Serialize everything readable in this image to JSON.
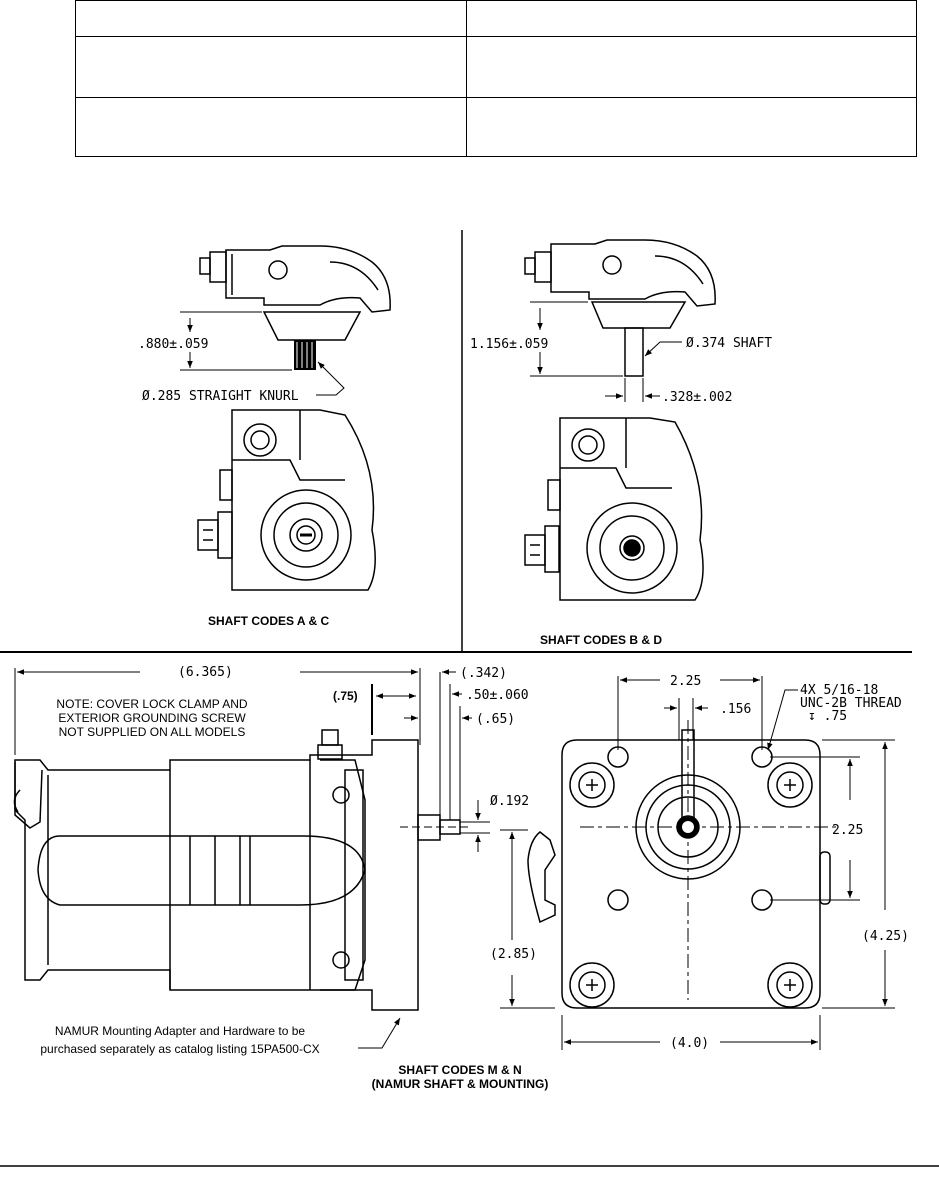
{
  "top_table": {
    "rows": 3,
    "cols": 2
  },
  "view_ac": {
    "dim_height": ".880±.059",
    "dim_knurl": "Ø.285 STRAIGHT KNURL",
    "caption": "SHAFT CODES A & C"
  },
  "view_bd": {
    "dim_height": "1.156±.059",
    "dim_shaft": "Ø.374 SHAFT",
    "dim_width": ".328±.002",
    "caption": "SHAFT CODES B & D"
  },
  "view_mn": {
    "dim_overall": "(6.365)",
    "dim_75": "(.75)",
    "dim_342": "(.342)",
    "dim_50": ".50±.060",
    "dim_65": "(.65)",
    "dim_192": "Ø.192",
    "note_cover": [
      "NOTE: COVER LOCK CLAMP AND",
      "EXTERIOR GROUNDING SCREW",
      "NOT SUPPLIED ON ALL MODELS"
    ],
    "note_namur": [
      "NAMUR Mounting Adapter and Hardware to be",
      "purchased separately as catalog listing 15PA500-CX"
    ],
    "caption": [
      "SHAFT CODES M & N",
      "(NAMUR SHAFT & MOUNTING)"
    ]
  },
  "view_front": {
    "dim_225_top": "2.25",
    "dim_156": ".156",
    "dim_thread": [
      "4X 5/16-18",
      "UNC-2B THREAD",
      "↧ .75"
    ],
    "dim_225_side": "2.25",
    "dim_425": "(4.25)",
    "dim_285": "(2.85)",
    "dim_40": "(4.0)"
  }
}
